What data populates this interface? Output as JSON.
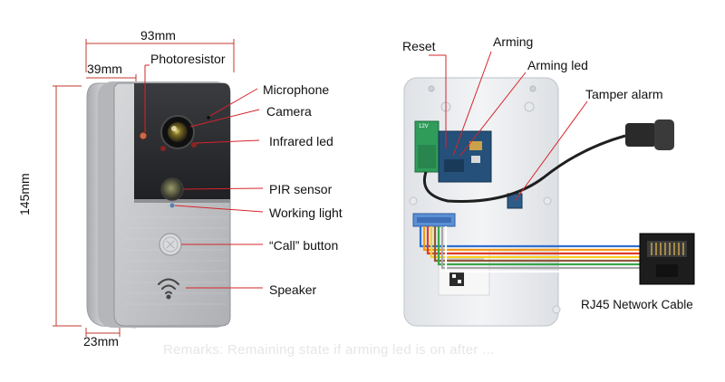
{
  "dimensions": {
    "width": "93mm",
    "depth": "39mm",
    "height": "145mm",
    "bottom": "23mm"
  },
  "front_labels": {
    "photoresistor": "Photoresistor",
    "microphone": "Microphone",
    "camera": "Camera",
    "infrared_led": "Infrared led",
    "pir_sensor": "PIR sensor",
    "working_light": "Working light",
    "call_button": "“Call” button",
    "speaker": "Speaker"
  },
  "back_labels": {
    "reset": "Reset",
    "arming": "Arming",
    "arming_led": "Arming led",
    "tamper_alarm": "Tamper alarm",
    "rj45": "RJ45 Network Cable"
  },
  "board_text": "12V",
  "faded_caption": "Remarks: Remaining state if arming led is on after ...",
  "colors": {
    "leader_red": "#d6242b",
    "dimension_line": "#c0392b",
    "panel_silver": "#c9cbcd",
    "lens_panel": "#2a2b2e",
    "back_case": "#eceef1",
    "cable": "#1f1f1f"
  }
}
